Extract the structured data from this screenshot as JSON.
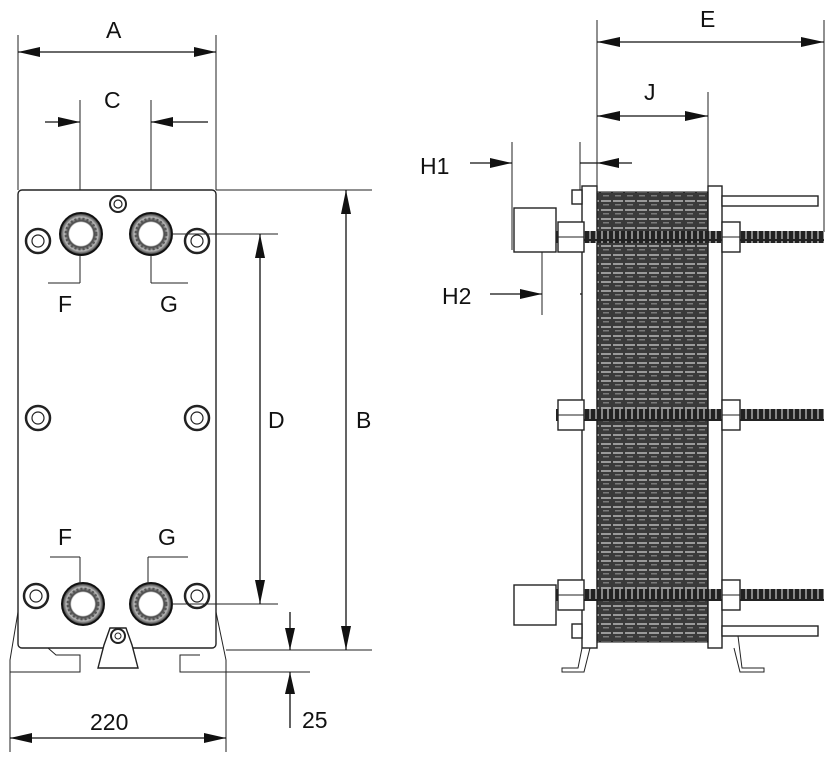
{
  "labels": {
    "A": "A",
    "B": "B",
    "C": "C",
    "D": "D",
    "E": "E",
    "F_top": "F",
    "G_top": "G",
    "F_bottom": "F",
    "G_bottom": "G",
    "J": "J",
    "H1": "H1",
    "H2": "H2",
    "width_220": "220",
    "foot_25": "25"
  }
}
